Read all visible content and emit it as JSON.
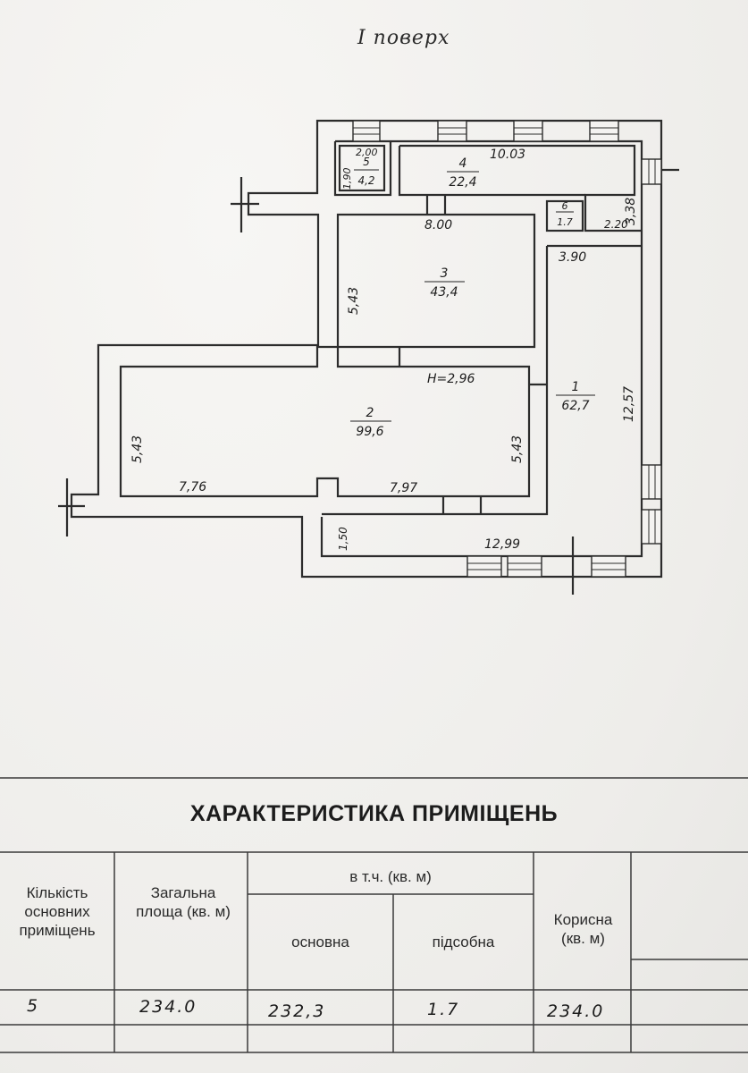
{
  "floor_plan": {
    "title": "І поверх",
    "rooms": [
      {
        "number": "1",
        "area": "62,7"
      },
      {
        "number": "2",
        "area": "99,6"
      },
      {
        "number": "3",
        "area": "43,4"
      },
      {
        "number": "4",
        "area": "22,4"
      },
      {
        "number": "5",
        "area": "4,2"
      },
      {
        "number": "6",
        "area": "1.7"
      }
    ],
    "dimensions": {
      "d_200": "2,00",
      "d_190": "1,90",
      "d_1003": "10.03",
      "d_338": "3,38",
      "d_220": "2.20",
      "d_800": "8.00",
      "d_390": "3.90",
      "d_543_r3": "5,43",
      "d_1257": "12,57",
      "d_h296": "H=2,96",
      "d_543_left": "5,43",
      "d_543_right": "5,43",
      "d_776": "7,76",
      "d_797": "7,97",
      "d_150": "1,50",
      "d_1299": "12,99"
    }
  },
  "table": {
    "title": "ХАРАКТЕРИСТИКА ПРИМІЩЕНЬ",
    "headers": {
      "count": "Кількість основних приміщень",
      "total": "Загальна площа (кв. м)",
      "incl": "в т.ч. (кв. м)",
      "main": "основна",
      "aux": "підсобна",
      "useful": "Корисна (кв. м)"
    },
    "row": {
      "count": "5",
      "total": "234.0",
      "main": "232,3",
      "aux": "1.7",
      "useful": "234.0"
    }
  }
}
